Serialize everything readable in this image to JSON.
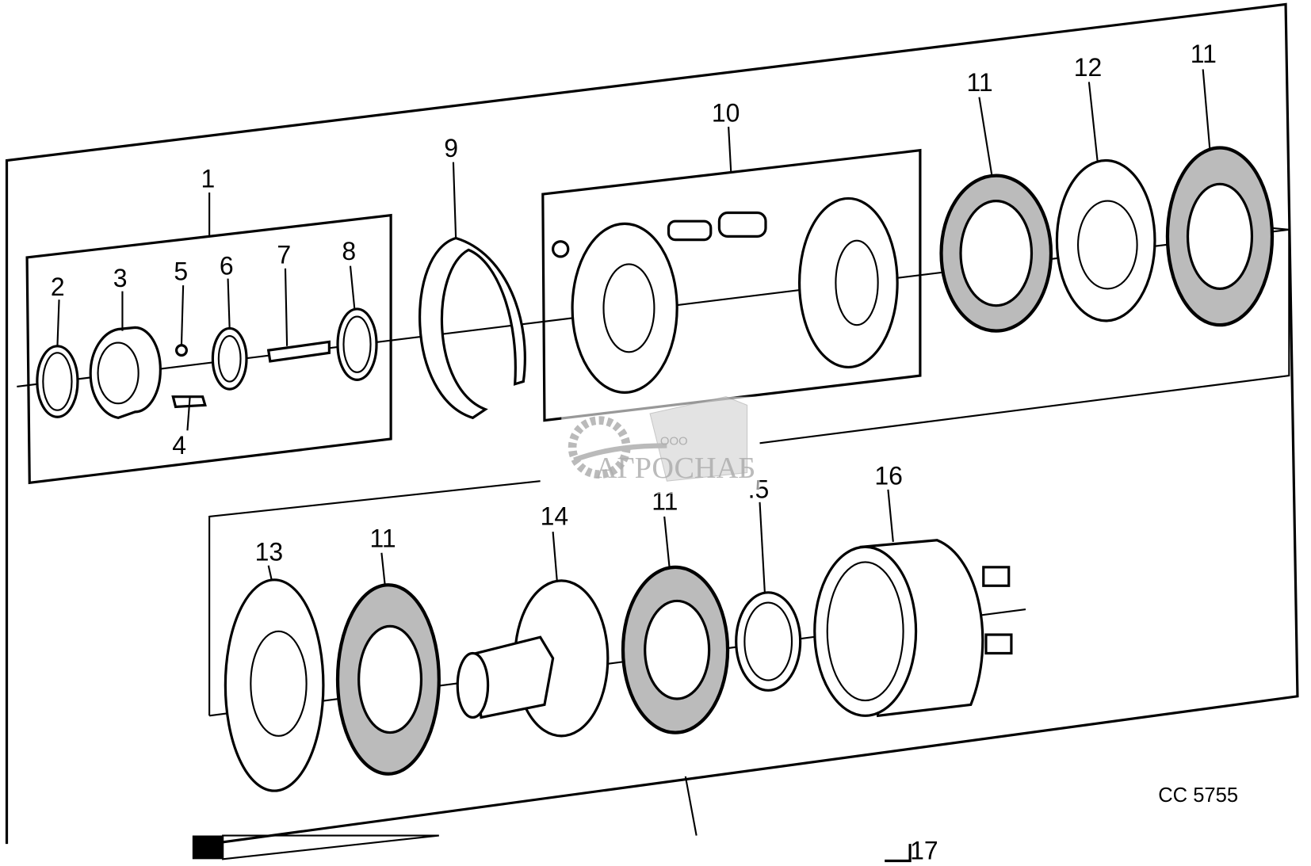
{
  "diagram": {
    "callouts": [
      "1",
      "2",
      "3",
      "4",
      "5",
      "6",
      "7",
      "8",
      "9",
      "10",
      "11",
      "12",
      "11",
      "13",
      "11",
      "14",
      "11",
      ".5",
      "16"
    ],
    "figure_code": "CC 5755",
    "page_ref": "17"
  },
  "watermark": {
    "prefix": "ООО",
    "name": "АГРОСНАБ"
  }
}
